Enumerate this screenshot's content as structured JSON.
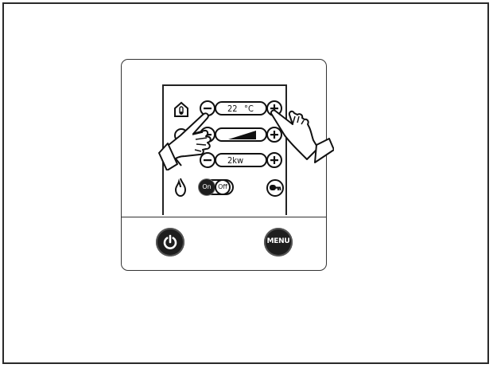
{
  "panel": {
    "temperature_value": "22",
    "temperature_unit": "°C",
    "power_value": "2kw",
    "toggle_on_label": "On",
    "toggle_off_label": "Off",
    "menu_label": "MENU"
  },
  "icons": {
    "room_temp": "house-thermometer-icon",
    "fan": "fan-icon",
    "power_level": "power-level-icon",
    "flame": "flame-icon",
    "key": "key-icon",
    "power_button": "power-icon"
  },
  "colors": {
    "button_fill": "#1e1e1e",
    "line": "#111111",
    "background": "#ffffff"
  }
}
